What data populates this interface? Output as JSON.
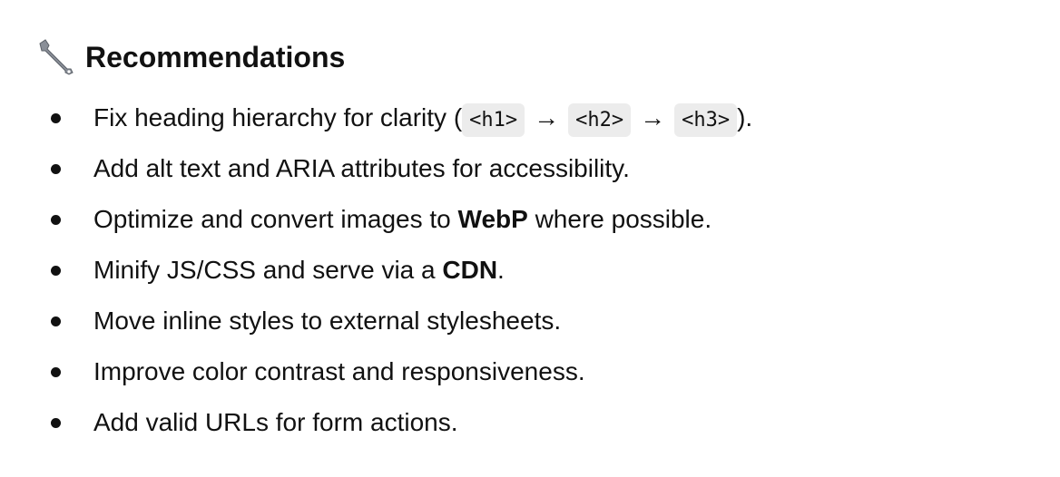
{
  "heading": {
    "icon": "wrench-icon",
    "title": "Recommendations"
  },
  "items": [
    {
      "parts": {
        "a": "Fix heading hierarchy for clarity (",
        "c1": "<h1>",
        "arrow1": "→",
        "c2": "<h2>",
        "arrow2": "→",
        "c3": "<h3>",
        "end": ")."
      }
    },
    {
      "text": "Add alt text and ARIA attributes for accessibility."
    },
    {
      "pre": "Optimize and convert images to ",
      "bold": "WebP",
      "post": " where possible."
    },
    {
      "pre": "Minify JS/CSS and serve via a ",
      "bold": "CDN",
      "post": "."
    },
    {
      "text": "Move inline styles to external stylesheets."
    },
    {
      "text": "Improve color contrast and responsiveness."
    },
    {
      "text": "Add valid URLs for form actions."
    }
  ]
}
